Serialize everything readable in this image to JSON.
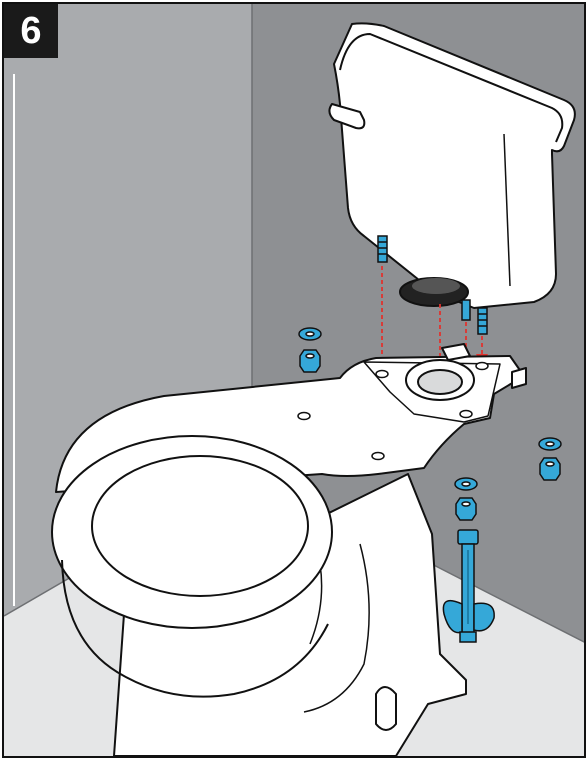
{
  "step": {
    "number": "6"
  },
  "colors": {
    "wall_left": "#a9abae",
    "wall_right": "#8e9093",
    "floor": "#e5e6e7",
    "porcelain": "#ffffff",
    "outline": "#111111",
    "hardware_blue": "#35a8d8",
    "arrow_red": "#e0332f",
    "badge_bg": "#1a1a1a"
  },
  "parts": {
    "tank": "toilet-tank",
    "bowl": "toilet-bowl",
    "bolts": "tank-bolts",
    "gasket": "tank-to-bowl-gasket",
    "washers": "washers",
    "nuts": "nuts",
    "wrench": "tank-bolt-wrench"
  }
}
